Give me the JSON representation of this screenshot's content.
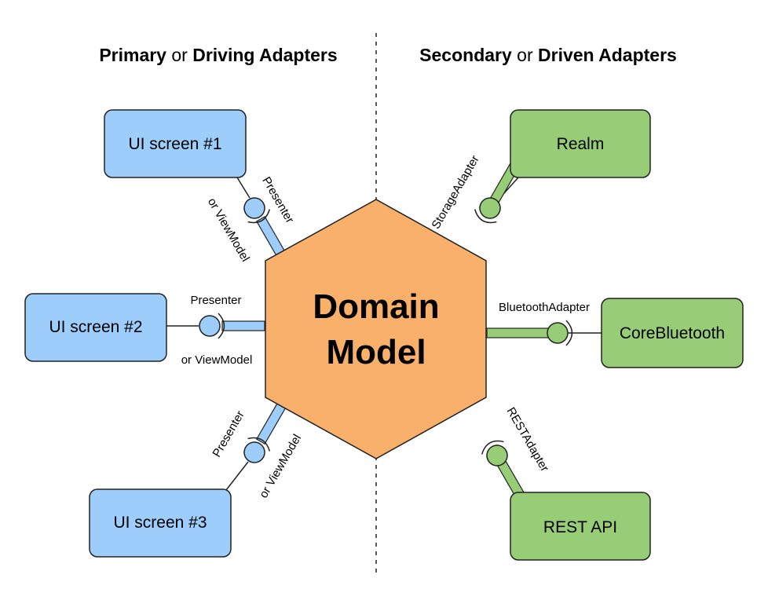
{
  "headers": {
    "left": {
      "strong1": "Primary",
      "connector": " or ",
      "strong2": "Driving Adapters"
    },
    "right": {
      "strong1": "Secondary",
      "connector": " or ",
      "strong2": "Driven Adapters"
    }
  },
  "core": {
    "line1": "Domain",
    "line2": "Model"
  },
  "primary": [
    {
      "label": "UI screen #1",
      "port_line1": "Presenter",
      "port_line2": "or ViewModel"
    },
    {
      "label": "UI screen #2",
      "port_line1": "Presenter",
      "port_line2": "or ViewModel"
    },
    {
      "label": "UI screen #3",
      "port_line1": "Presenter",
      "port_line2": "or ViewModel"
    }
  ],
  "secondary": [
    {
      "label": "Realm",
      "port": "StorageAdapter"
    },
    {
      "label": "CoreBluetooth",
      "port": "BluetoothAdapter"
    },
    {
      "label": "REST API",
      "port": "RESTAdapter"
    }
  ],
  "colors": {
    "primary_fill": "#9dcdfa",
    "secondary_fill": "#97cd76",
    "core_fill": "#f8b06a"
  }
}
